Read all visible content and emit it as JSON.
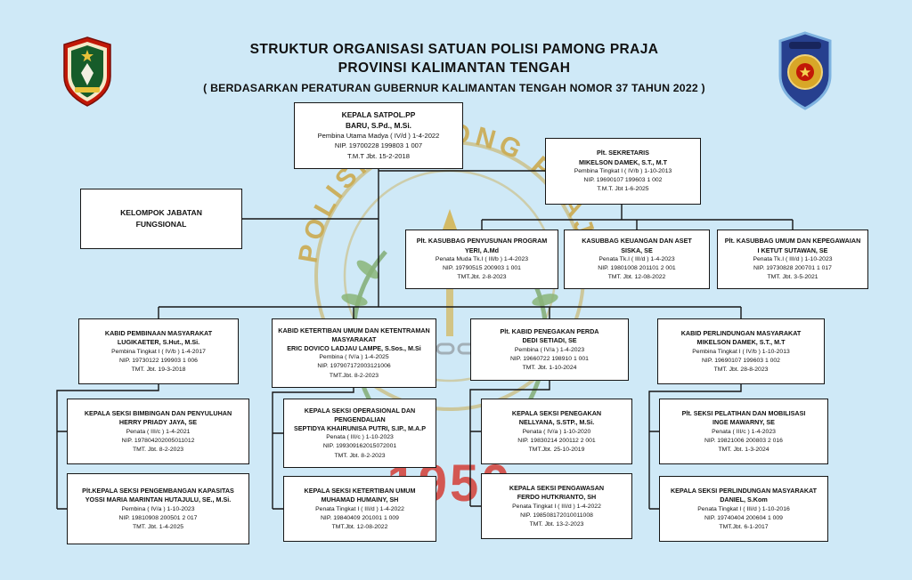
{
  "header": {
    "title_line1": "STRUKTUR ORGANISASI SATUAN POLISI PAMONG PRAJA",
    "title_line2": "PROVINSI KALIMANTAN TENGAH",
    "subtitle": "( BERDASARKAN PERATURAN GUBERNUR KALIMANTAN TENGAH NOMOR 37 TAHUN 2022 )",
    "left_logo": "kalimantan-tengah-provincial-emblem",
    "right_logo": "satpol-pp-emblem"
  },
  "watermark": {
    "arc_text": "POLISI PAMONG PRAJA",
    "year": "1950"
  },
  "colors": {
    "background": "#cfe9f7",
    "box_background": "#ffffff",
    "box_border": "#161616",
    "watermark_gold": "#c99b26",
    "watermark_green": "#6f9e55",
    "watermark_red": "#d42a1e"
  },
  "boxes": {
    "kepala": {
      "title": "KEPALA SATPOL.PP",
      "name": "BARU, S.Pd., M.Si.",
      "rank": "Pembina Utama Madya ( IV/d ) 1-4-2022",
      "nip": "NIP. 19700228 199803 1 007",
      "tmt": "T.M.T Jbt. 15-2-2018"
    },
    "sekretaris": {
      "title": "Plt. SEKRETARIS",
      "name": "MIKELSON DAMEK, S.T., M.T",
      "rank": "Pembina Tingkat I ( IV/b ) 1-10-2013",
      "nip": "NIP. 19690107 199603 1 002",
      "tmt": "T.M.T. Jbt 1-6-2025"
    },
    "kelompok": {
      "title": "KELOMPOK JABATAN FUNGSIONAL"
    },
    "kasubbag_program": {
      "title": "Plt. KASUBBAG PENYUSUNAN PROGRAM",
      "name": "YERI, A.Md",
      "rank": "Penata Muda Tk.I ( III/b ) 1-4-2023",
      "nip": "NIP. 19790515 200903 1 001",
      "tmt": "TMT.Jbt. 2-8-2023"
    },
    "kasubbag_keuangan": {
      "title": "KASUBBAG KEUANGAN DAN ASET",
      "name": "SISKA, SE",
      "rank": "Penata Tk.I ( III/d ) 1-4-2023",
      "nip": "NIP. 19801008 201101 2 001",
      "tmt": "TMT. Jbt. 12-08-2022"
    },
    "kasubbag_umum": {
      "title": "Plt. KASUBBAG UMUM DAN KEPEGAWAIAN",
      "name": "I KETUT SUTAWAN, SE",
      "rank": "Penata Tk.I ( III/d ) 1-10-2023",
      "nip": "NIP. 19730828 200701 1 017",
      "tmt": "TMT. Jbt. 3-5-2021"
    },
    "kabid_pembinaan": {
      "title": "KABID PEMBINAAN MASYARAKAT",
      "name": "LUGIKAETER, S.Hut., M.Si.",
      "rank": "Pembina Tingkat I ( IV/b ) 1-4-2017",
      "nip": "NIP. 19730122 199903 1 006",
      "tmt": "TMT. Jbt. 19-3-2018"
    },
    "kabid_ketertiban": {
      "title": "KABID KETERTIBAN UMUM DAN KETENTRAMAN MASYARAKAT",
      "name": "ERIC DOVICO LADJAU LAMPE, S.Sos., M.Si",
      "rank": "Pembina ( IV/a ) 1-4-2025",
      "nip": "NIP. 197907172003121006",
      "tmt": "TMT.Jbt. 8-2-2023"
    },
    "kabid_penegakan": {
      "title": "Plt. KABID PENEGAKAN PERDA",
      "name": "DEDI SETIADI, SE",
      "rank": "Pembina ( IV/a ) 1-4-2023",
      "nip": "NIP. 19660722 198910 1 001",
      "tmt": "TMT. Jbt. 1-10-2024"
    },
    "kabid_perlindungan": {
      "title": "KABID PERLINDUNGAN MASYARAKAT",
      "name": "MIKELSON DAMEK, S.T., M.T",
      "rank": "Pembina Tingkat I ( IV/b ) 1-10-2013",
      "nip": "NIP. 19690107 199603 1 002",
      "tmt": "TMT. Jbt. 28-8-2023"
    },
    "seksi_bimbingan": {
      "title": "KEPALA SEKSI BIMBINGAN DAN PENYULUHAN",
      "name": "HERRY PRIADY JAYA, SE",
      "rank": "Penata ( III/c ) 1-4-2021",
      "nip": "NIP. 197804202005011012",
      "tmt": "TMT. Jbt. 8-2-2023"
    },
    "seksi_operasional": {
      "title": "KEPALA SEKSI OPERASIONAL DAN PENGENDALIAN",
      "name": "SEPTIDYA KHAIRUNISA PUTRI, S.IP., M.A.P",
      "rank": "Penata ( III/c ) 1-10-2023",
      "nip": "NIP. 199309162015072001",
      "tmt": "TMT. Jbt. 8-2-2023"
    },
    "seksi_penegakan": {
      "title": "KEPALA SEKSI PENEGAKAN",
      "name": "NELLYANA, S.STP., M.Si.",
      "rank": "Penata ( IV/a ) 1-10-2020",
      "nip": "NIP. 19830214 200112 2 001",
      "tmt": "TMT.Jbt. 25-10-2019"
    },
    "seksi_pelatihan": {
      "title": "Plt. SEKSI PELATIHAN DAN MOBILISASI",
      "name": "INGE MAWARNY, SE",
      "rank": "Penata ( III/c ) 1-4-2023",
      "nip": "NIP. 19821006 200803 2 016",
      "tmt": "TMT. Jbt. 1-3-2024"
    },
    "seksi_pengembangan": {
      "title": "Plt.KEPALA SEKSI PENGEMBANGAN KAPASITAS",
      "name": "YOSSI MARIA MARINTAN HUTAJULU, SE., M.Si.",
      "rank": "Pembina ( IV/a ) 1-10-2023",
      "nip": "NIP. 19810908 200501 2 017",
      "tmt": "TMT. Jbt. 1-4-2025"
    },
    "seksi_ketertiban": {
      "title": "KEPALA SEKSI KETERTIBAN UMUM",
      "name": "MUHAMAD HUMAINY, SH",
      "rank": "Penata Tingkat I ( III/d ) 1-4-2022",
      "nip": "NIP. 19840409 201001 1 009",
      "tmt": "TMT.Jbt. 12-08-2022"
    },
    "seksi_pengawasan": {
      "title": "KEPALA SEKSI PENGAWASAN",
      "name": "FERDO HUTKRIANTO, SH",
      "rank": "Penata Tingkat I ( III/d ) 1-4-2022",
      "nip": "NIP. 198508172010011008",
      "tmt": "TMT. Jbt. 13-2-2023"
    },
    "seksi_perlindungan": {
      "title": "KEPALA SEKSI PERLINDUNGAN MASYARAKAT",
      "name": "DANIEL, S.Kom",
      "rank": "Penata Tingkat I ( III/d ) 1-10-2016",
      "nip": "NIP. 19740404 200604 1 009",
      "tmt": "TMT.Jbt. 6-1-2017"
    }
  }
}
